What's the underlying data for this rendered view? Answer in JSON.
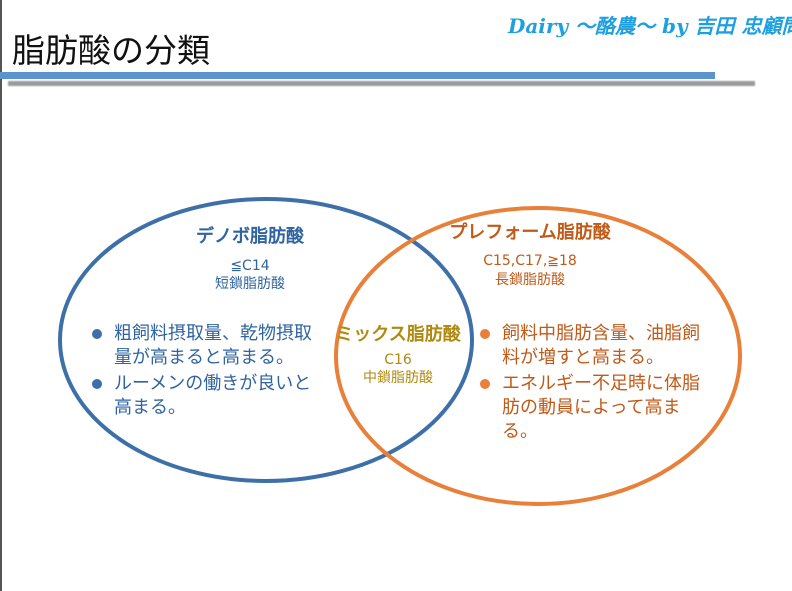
{
  "title": "脂肪酸の分類",
  "logo": "Dairy ～酪農～ by 吉田 忠顧問",
  "colors": {
    "blue": "#3e70a8",
    "orange": "#e8803a",
    "gold": "#b08a10"
  },
  "denovo": {
    "heading": "デノボ脂肪酸",
    "sub1": "≦C14",
    "sub2": "短鎖脂肪酸",
    "bullets": [
      "粗飼料摂取量、乾物摂取量が高まると高まる。",
      "ルーメンの働きが良いと高まる。"
    ]
  },
  "mix": {
    "heading": "ミックス脂肪酸",
    "sub1": "C16",
    "sub2": "中鎖脂肪酸"
  },
  "preformed": {
    "heading": "プレフォーム脂肪酸",
    "sub1": "C15,C17,≧18",
    "sub2": "長鎖脂肪酸",
    "bullets": [
      "飼料中脂肪含量、油脂飼料が増すと高まる。",
      "エネルギー不足時に体脂肪の動員によって高まる。"
    ]
  }
}
